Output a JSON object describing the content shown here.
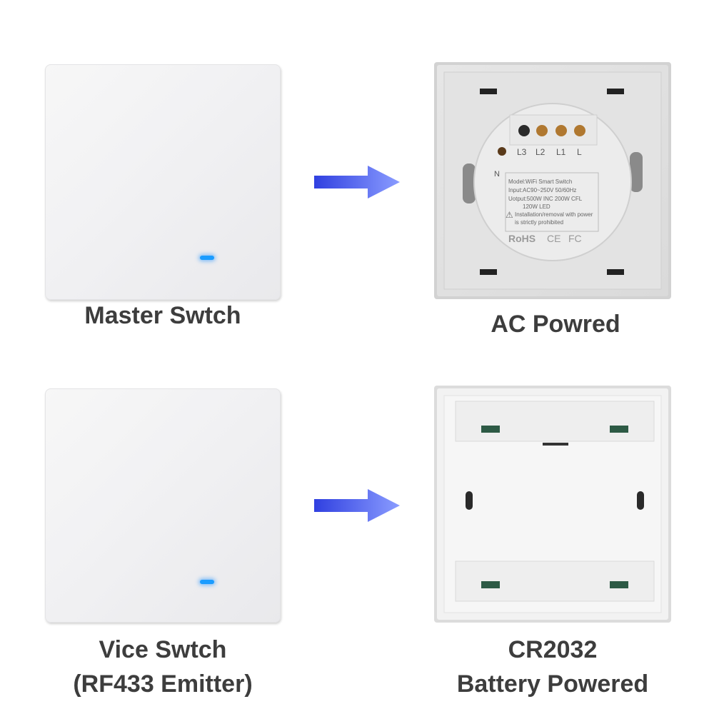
{
  "labels": {
    "master": "Master Swtch",
    "ac_powered": "AC Powred",
    "vice_line1": "Vice Swtch",
    "vice_line2": "(RF433 Emitter)",
    "battery_line1": "CR2032",
    "battery_line2": "Battery Powered"
  },
  "back_label": {
    "terminals": [
      "L3",
      "L2",
      "L1",
      "L"
    ],
    "neutral": "N",
    "spec_lines": [
      "Model:WiFi Smart Switch",
      "Input:AC90~250V 50/60Hz",
      "Uotput:500W INC 200W CFL",
      "120W LED",
      "Installation/removal with power",
      "is strictly prohibited"
    ],
    "certs": [
      "RoHS",
      "CE",
      "FC"
    ]
  },
  "colors": {
    "led": "#1a9cff",
    "arrow_start": "#3040e0",
    "arrow_end": "#8a9cff",
    "label_text": "#3d3d3d"
  }
}
